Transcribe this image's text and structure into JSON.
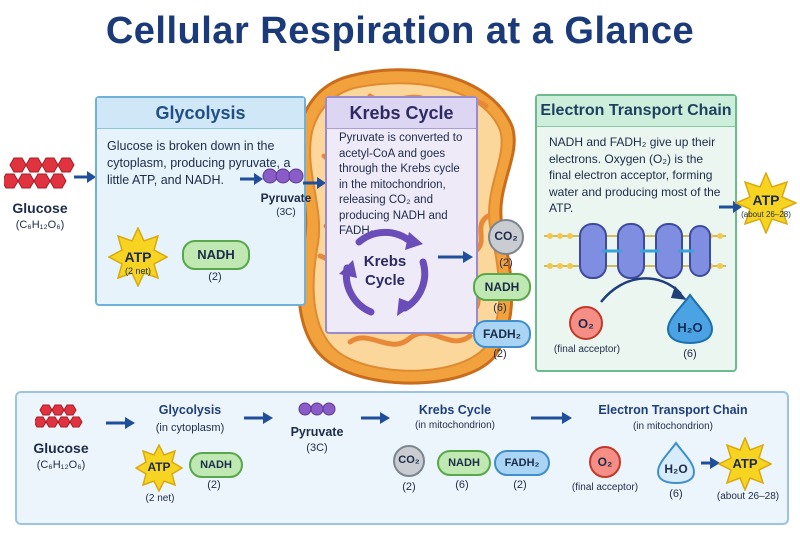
{
  "title": "Cellular Respiration at a Glance",
  "glucose": {
    "label": "Glucose",
    "formula": "(C₆H₁₂O₆)"
  },
  "glycolysis": {
    "title": "Glycolysis",
    "description": "Glucose is broken down in the cytoplasm, producing pyruvate, a little ATP, and NADH.",
    "atp_label": "ATP",
    "atp_count": "(2 net)",
    "nadh_label": "NADH",
    "nadh_count": "(2)"
  },
  "pyruvate": {
    "label": "Pyruvate",
    "carbons": "(3C)"
  },
  "krebs": {
    "title": "Krebs Cycle",
    "description": "Pyruvate is converted to acetyl-CoA and goes through the Krebs cycle in the mitochondrion, releasing CO₂ and producing NADH and FADH₂.",
    "cycle_label_1": "Krebs",
    "cycle_label_2": "Cycle",
    "co2_label": "CO₂",
    "co2_count": "(2)",
    "nadh_label": "NADH",
    "nadh_count": "(6)",
    "fadh2_label": "FADH₂",
    "fadh2_count": "(2)"
  },
  "etc": {
    "title": "Electron Transport Chain",
    "description": "NADH and FADH₂ give up their electrons. Oxygen (O₂) is the final electron acceptor, forming water and producing most of the ATP.",
    "o2_label": "O₂",
    "o2_note": "(final acceptor)",
    "h2o_label": "H₂O",
    "h2o_count": "(6)",
    "atp_label": "ATP",
    "atp_count": "(about 26–28)"
  },
  "summary": {
    "glucose_label": "Glucose",
    "glucose_formula": "(C₆H₁₂O₆)",
    "glycolysis_title": "Glycolysis",
    "glycolysis_loc": "(in cytoplasm)",
    "atp_label": "ATP",
    "atp_count": "(2 net)",
    "nadh_label": "NADH",
    "nadh_count": "(2)",
    "pyruvate_label": "Pyruvate",
    "pyruvate_carbons": "(3C)",
    "krebs_title": "Krebs Cycle",
    "krebs_loc": "(in mitochondrion)",
    "co2_label": "CO₂",
    "co2_count": "(2)",
    "nadh6_label": "NADH",
    "nadh6_count": "(6)",
    "fadh2_label": "FADH₂",
    "fadh2_count": "(2)",
    "etc_title": "Electron Transport Chain",
    "etc_loc": "(in mitochondrion)",
    "o2_label": "O₂",
    "o2_note": "(final acceptor)",
    "h2o_label": "H₂O",
    "h2o_count": "(6)",
    "atp_final_label": "ATP",
    "atp_final_count": "(about 26–28)"
  },
  "colors": {
    "title": "#1b3a7a",
    "glucose": "#e0323f",
    "pyruvate": "#8a5cc7",
    "atp_star": "#f7d421",
    "nadh": "#bfe8b2",
    "fadh2": "#a9d4f3",
    "co2": "#c9cdd2",
    "o2": "#f58f86",
    "h2o": "#4ca3e3",
    "mitochondrion": "#f1a23c",
    "arrow": "#1f4f9a"
  }
}
